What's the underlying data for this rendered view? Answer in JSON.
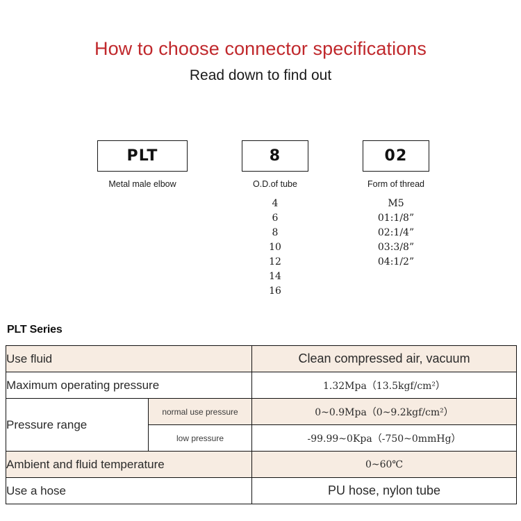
{
  "header": {
    "title": "How to choose connector specifications",
    "subtitle": "Read down to find out",
    "title_color": "#c0282c"
  },
  "code_breakdown": {
    "columns": [
      {
        "code": "PLT",
        "caption": "Metal male elbow",
        "options": []
      },
      {
        "code": "8",
        "caption": "O.D.of tube",
        "options": [
          "4",
          "6",
          "8",
          "10",
          "12",
          "14",
          "16"
        ]
      },
      {
        "code": "02",
        "caption": "Form of thread",
        "options": [
          "M5",
          "01:1/8”",
          "02:1/4”",
          "03:3/8”",
          "04:1/2”"
        ]
      }
    ]
  },
  "spec": {
    "series_label": "PLT Series",
    "row_shade_beige": "#f7ece2",
    "rows": [
      {
        "label": "Use fluid",
        "sub": null,
        "value": "Clean compressed air, vacuum",
        "shade": "beige"
      },
      {
        "label": "Maximum operating pressure",
        "sub": null,
        "value": "1.32Mpa（13.5kgf/cm²）",
        "shade": "white"
      },
      {
        "label": "Pressure range",
        "sub": "normal use pressure",
        "value": "0~0.9Mpa（0~9.2kgf/cm²）",
        "shade": "beige"
      },
      {
        "label": "",
        "sub": "low pressure",
        "value": "-99.99~0Kpa（-750~0mmHg）",
        "shade": "white"
      },
      {
        "label": "Ambient and fluid temperature",
        "sub": null,
        "value": "0~60℃",
        "shade": "beige"
      },
      {
        "label": "Use a hose",
        "sub": null,
        "value": "PU hose, nylon tube",
        "shade": "white"
      }
    ]
  }
}
